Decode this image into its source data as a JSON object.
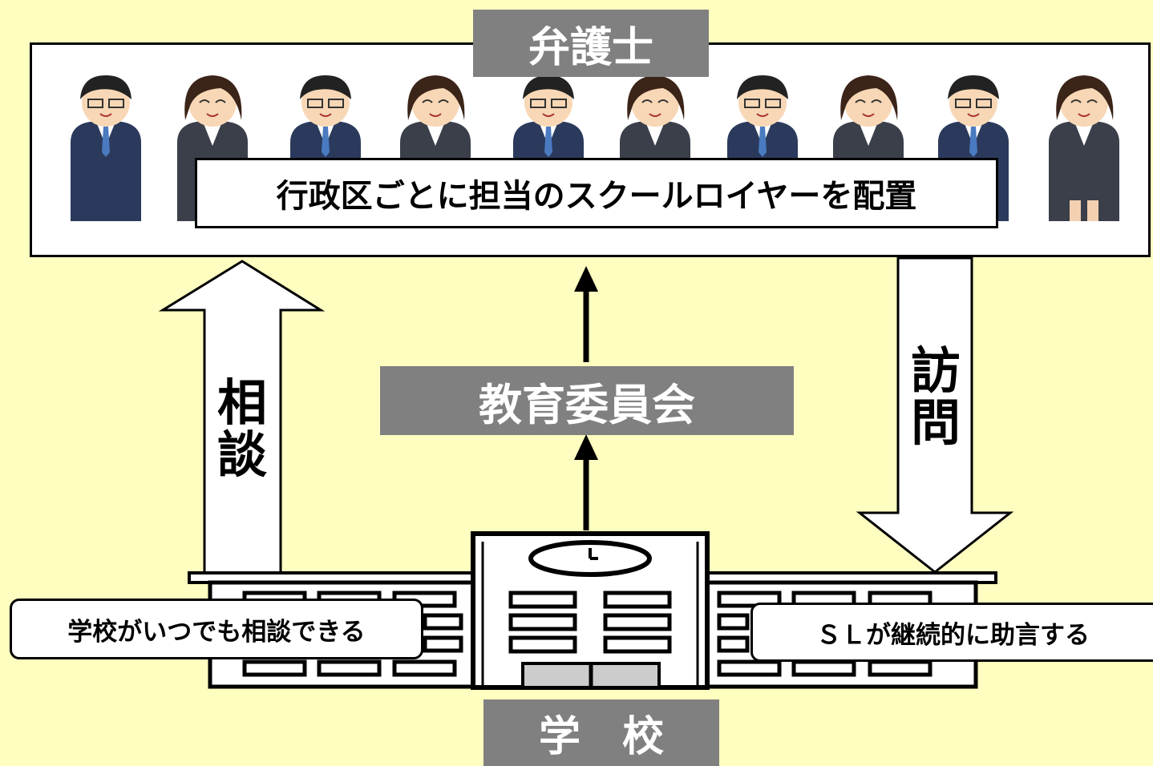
{
  "header": {
    "lawyer_label": "弁護士"
  },
  "lawyers": {
    "caption": "行政区ごとに担当のスクールロイヤーを配置",
    "people": [
      "male",
      "female",
      "male",
      "female",
      "male",
      "female",
      "male",
      "female",
      "male",
      "female"
    ]
  },
  "center": {
    "board_label": "教育委員会"
  },
  "left_arrow": {
    "char1": "相",
    "char2": "談"
  },
  "right_arrow": {
    "char1": "訪",
    "char2": "問"
  },
  "notes": {
    "left": "学校がいつでも相談できる",
    "right": "ＳＬが継続的に助言する"
  },
  "footer": {
    "school_label": "学　校"
  },
  "colors": {
    "background": "#fefec0",
    "label_gray": "#808080",
    "suit": "#2b3a5c",
    "skirt_suit": "#3a3f4a"
  }
}
